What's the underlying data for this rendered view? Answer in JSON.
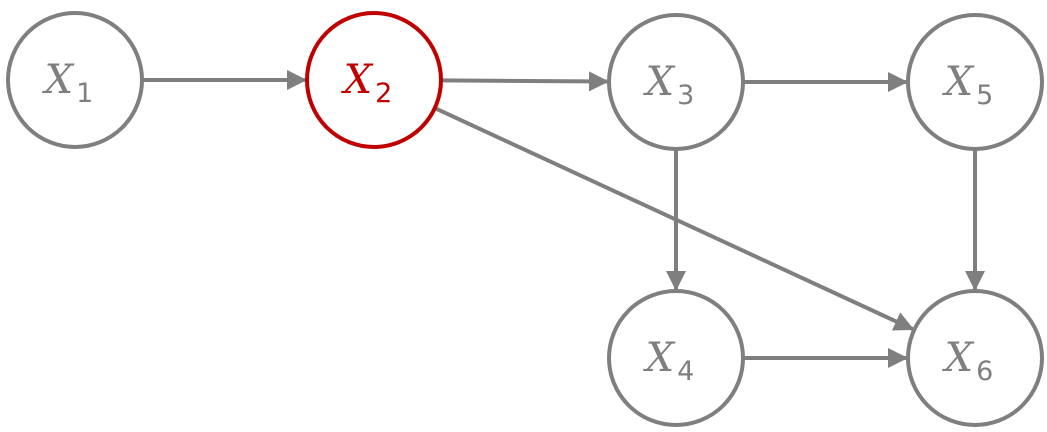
{
  "colors": {
    "default": "#7f7f7f",
    "highlight": "#c00000",
    "background": "#ffffff"
  },
  "nodes": [
    {
      "id": "n1",
      "letter": "X",
      "sub": "1",
      "highlighted": false
    },
    {
      "id": "n2",
      "letter": "X",
      "sub": "2",
      "highlighted": true
    },
    {
      "id": "n3",
      "letter": "X",
      "sub": "3",
      "highlighted": false
    },
    {
      "id": "n4",
      "letter": "X",
      "sub": "4",
      "highlighted": false
    },
    {
      "id": "n5",
      "letter": "X",
      "sub": "5",
      "highlighted": false
    },
    {
      "id": "n6",
      "letter": "X",
      "sub": "6",
      "highlighted": false
    }
  ],
  "edges": [
    {
      "from": "n1",
      "to": "n2"
    },
    {
      "from": "n2",
      "to": "n3"
    },
    {
      "from": "n3",
      "to": "n5"
    },
    {
      "from": "n3",
      "to": "n4"
    },
    {
      "from": "n5",
      "to": "n6"
    },
    {
      "from": "n4",
      "to": "n6"
    },
    {
      "from": "n2",
      "to": "n6"
    }
  ]
}
